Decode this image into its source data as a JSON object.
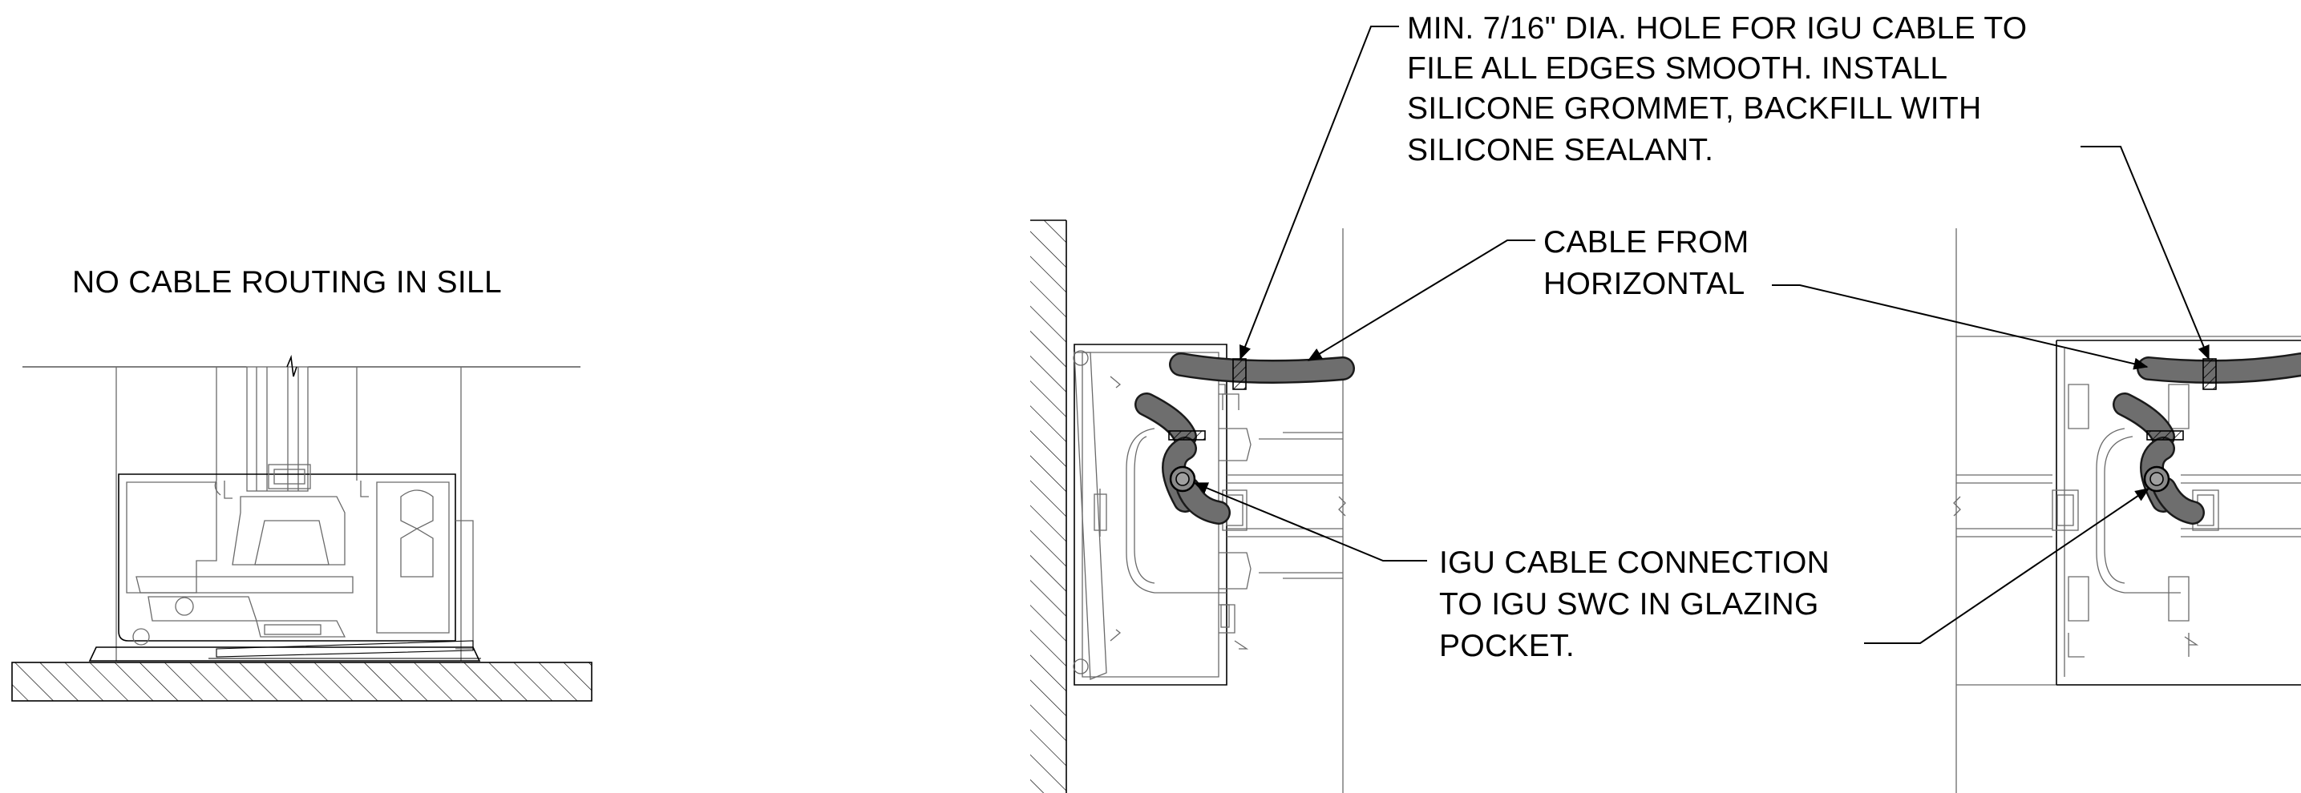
{
  "notes": {
    "sill": "NO CABLE ROUTING IN SILL",
    "hole": [
      "MIN. 7/16\" DIA. HOLE FOR IGU CABLE TO",
      "FILE ALL EDGES SMOOTH. INSTALL",
      "SILICONE GROMMET, BACKFILL WITH",
      "SILICONE SEALANT."
    ],
    "cable_from": [
      "CABLE FROM",
      "HORIZONTAL"
    ],
    "igu_connection": [
      "IGU CABLE CONNECTION",
      "TO IGU SWC IN GLAZING",
      "POCKET."
    ]
  },
  "colors": {
    "ink": "#000000",
    "cable": "#6e6e6e",
    "profile": "#6a6a6a"
  }
}
